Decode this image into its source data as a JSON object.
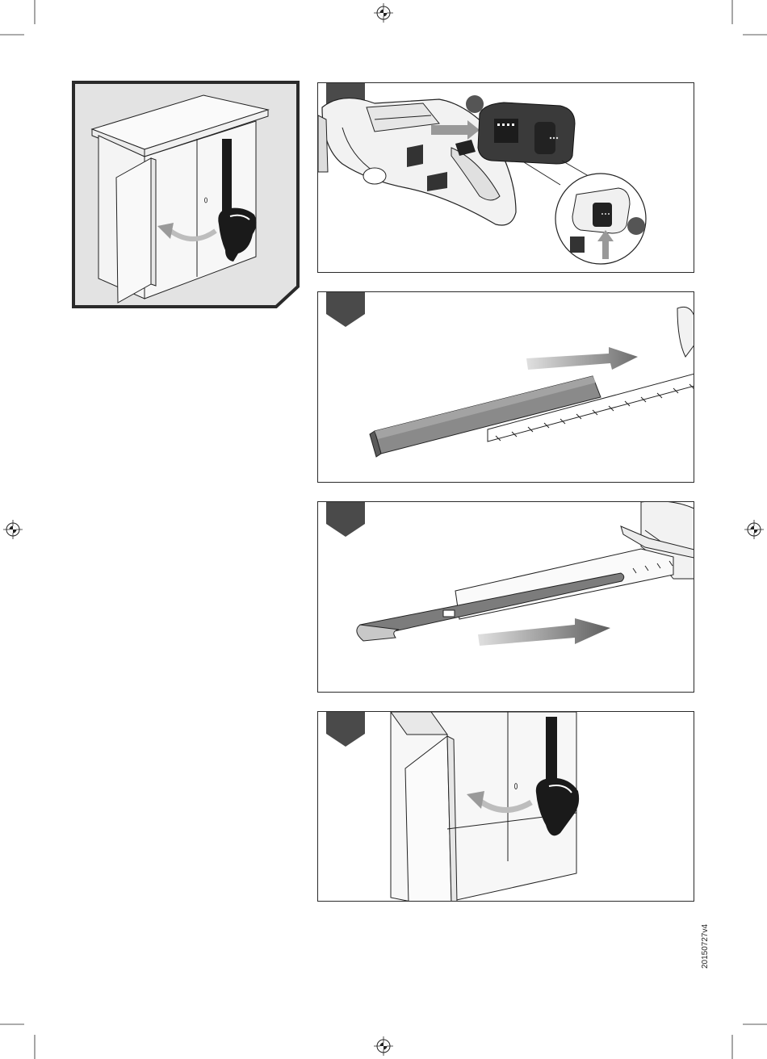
{
  "document": {
    "version_code": "20150727v4"
  },
  "colors": {
    "frame_dark": "#2a2a2a",
    "tab_fill": "#4a4a4a",
    "cabinet_fill": "#f4f4f4",
    "illustration_bg": "#e3e3e3",
    "arrow_light": "#c8c8c8",
    "arrow_dark": "#777777"
  },
  "panels": [
    {
      "step": "storage-overview",
      "icon": "cabinet-hanging-icon"
    },
    {
      "step": "battery-removal",
      "icon": "battery-removal-icon"
    },
    {
      "step": "blade-guard-fit",
      "icon": "blade-guard-slide-icon"
    },
    {
      "step": "blade-guard-remove",
      "icon": "blade-guard-remove-icon"
    },
    {
      "step": "cabinet-store",
      "icon": "cabinet-store-icon"
    }
  ]
}
